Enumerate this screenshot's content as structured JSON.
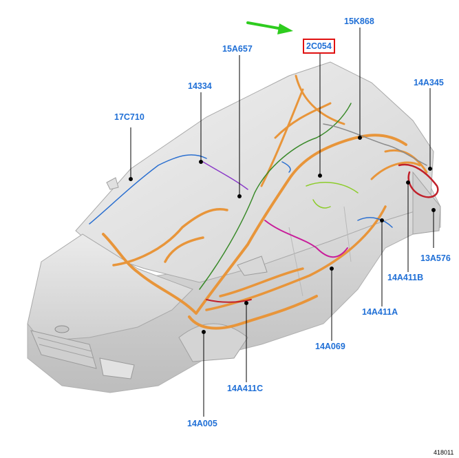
{
  "callouts": {
    "c_2C054": "2C054",
    "c_15K868": "15K868",
    "c_15A657": "15A657",
    "c_14334": "14334",
    "c_17C710": "17C710",
    "c_14A345": "14A345",
    "c_13A576": "13A576",
    "c_14A411B": "14A411B",
    "c_14A411A": "14A411A",
    "c_14A069": "14A069",
    "c_14A411C": "14A411C",
    "c_14A005": "14A005"
  },
  "highlighted_callout": "2C054",
  "figure_ref": "418011",
  "colors": {
    "callout_text": "#1f6fd6",
    "highlight_box": "#e01010",
    "arrow": "#2ecc1e",
    "harness_main": "#e8953a",
    "harness_green": "#3a8a2a",
    "harness_blue": "#2a6fd0",
    "harness_purple": "#8a3ac8",
    "harness_red": "#c0202a",
    "harness_magenta": "#c81e9a",
    "harness_grey": "#8a8a8a",
    "harness_lime": "#8ccc2a",
    "body": "#dcdcdc"
  }
}
